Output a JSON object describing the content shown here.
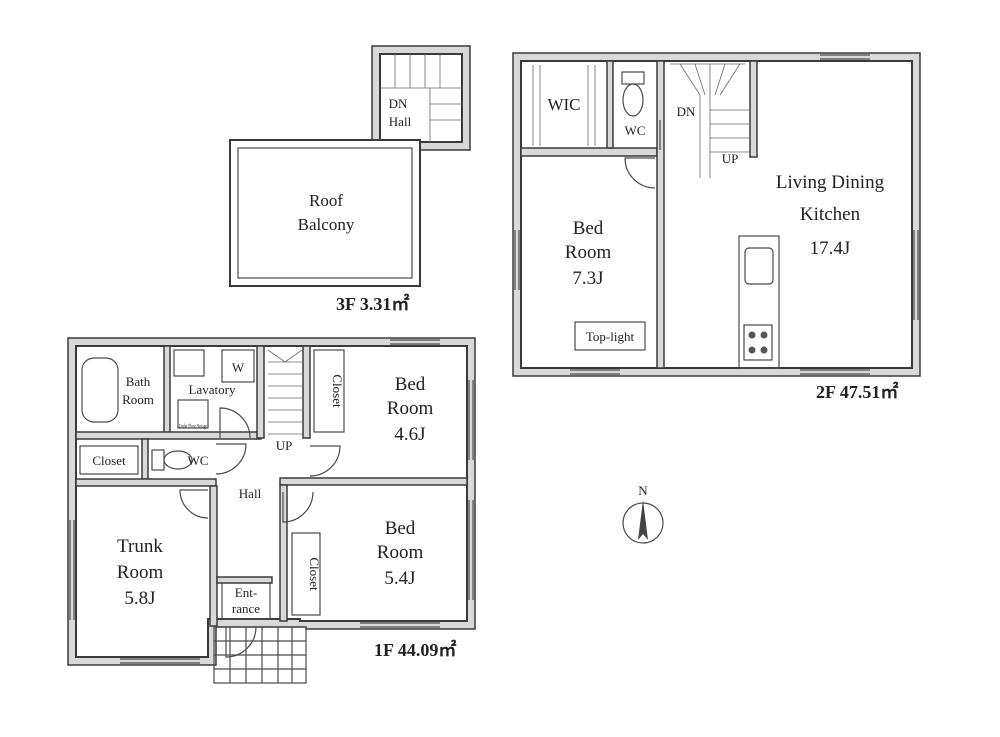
{
  "floors": {
    "f3": {
      "area": "3F 3.31㎡",
      "stair_dn": "DN",
      "stair_hall": "Hall",
      "roof_balcony_line1": "Roof",
      "roof_balcony_line2": "Balcony"
    },
    "f2": {
      "area": "2F 47.51㎡",
      "wic": "WIC",
      "wc": "WC",
      "dn": "DN",
      "up": "UP",
      "bed_line1": "Bed",
      "bed_line2": "Room",
      "bed_size": "7.3J",
      "top_light": "Top-light",
      "ldk_line1": "Living Dining",
      "ldk_line2": "Kitchen",
      "ldk_size": "17.4J"
    },
    "f1": {
      "area": "1F 44.09㎡",
      "bath_line1": "Bath",
      "bath_line2": "Room",
      "lavatory": "Lavatory",
      "washer": "W",
      "storage_note": "Under Floor Storage",
      "closet_left": "Closet",
      "wc": "WC",
      "closet_bed1": "Closet",
      "bed1_line1": "Bed",
      "bed1_line2": "Room",
      "bed1_size": "4.6J",
      "up": "UP",
      "hall": "Hall",
      "trunk_line1": "Trunk",
      "trunk_line2": "Room",
      "trunk_size": "5.8J",
      "closet_bed2": "Closet",
      "bed2_line1": "Bed",
      "bed2_line2": "Room",
      "bed2_size": "5.4J",
      "entrance_line1": "Ent-",
      "entrance_line2": "rance"
    }
  },
  "compass": {
    "north": "N"
  }
}
